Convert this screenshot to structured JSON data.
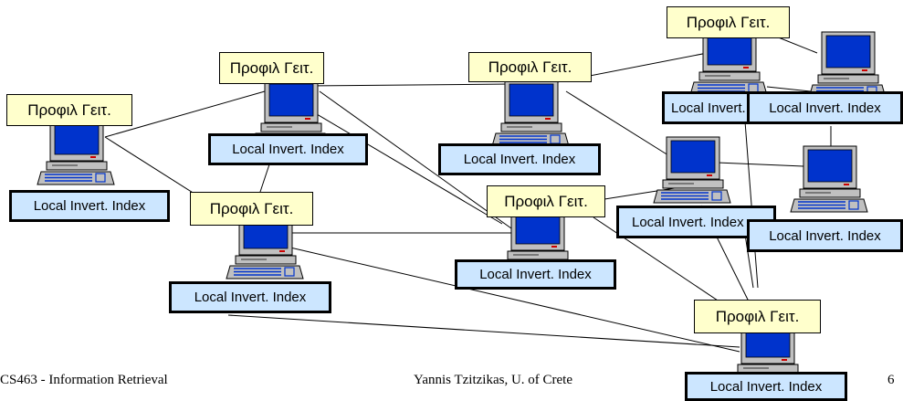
{
  "labels": {
    "profile": "Προφιλ Γειτ.",
    "index": "Local Invert. Index"
  },
  "colors": {
    "index_fill": "#cce6ff",
    "profile_fill": "#ffffcc",
    "screen": "#0033cc",
    "monitor": "#c0c0c0"
  },
  "footer": {
    "course": "CS463 - Information Retrieval",
    "author": "Yannis Tzitzikas, U. of Crete",
    "page": "6"
  }
}
